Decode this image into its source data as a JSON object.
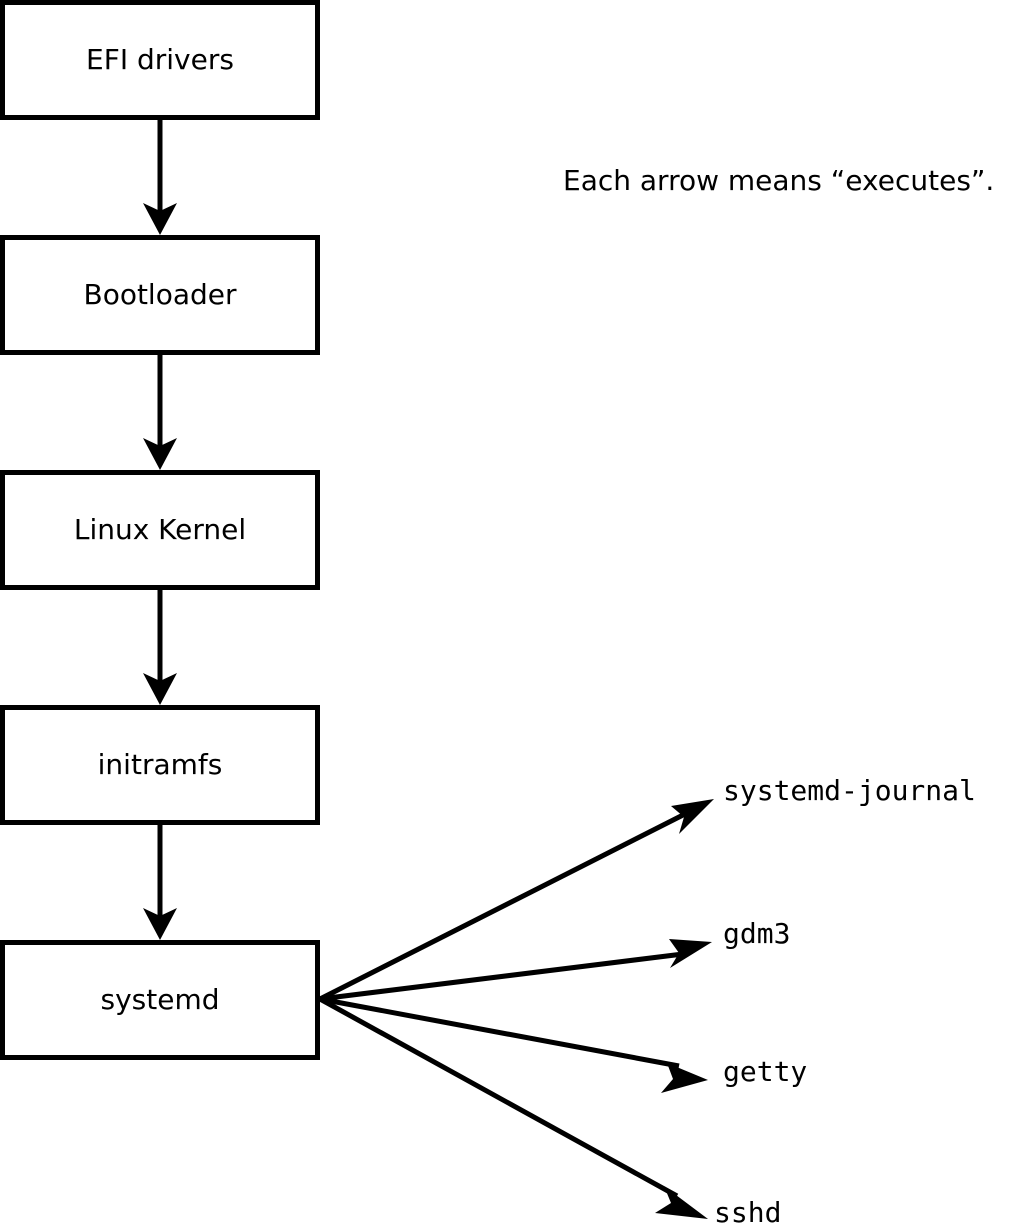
{
  "diagram": {
    "title_caption": "Each arrow means “executes”.",
    "boot_chain": [
      {
        "id": "efi-drivers",
        "label": "EFI drivers"
      },
      {
        "id": "bootloader",
        "label": "Bootloader"
      },
      {
        "id": "linux-kernel",
        "label": "Linux Kernel"
      },
      {
        "id": "initramfs",
        "label": "initramfs"
      },
      {
        "id": "systemd",
        "label": "systemd"
      }
    ],
    "systemd_children": [
      {
        "id": "systemd-journal",
        "label": "systemd-journal"
      },
      {
        "id": "gdm3",
        "label": "gdm3"
      },
      {
        "id": "getty",
        "label": "getty"
      },
      {
        "id": "sshd",
        "label": "sshd"
      }
    ],
    "edge_semantics": "executes",
    "colors": {
      "background": "#ffffff",
      "stroke": "#000000",
      "box_fill": "#ffffff",
      "text": "#000000"
    }
  }
}
